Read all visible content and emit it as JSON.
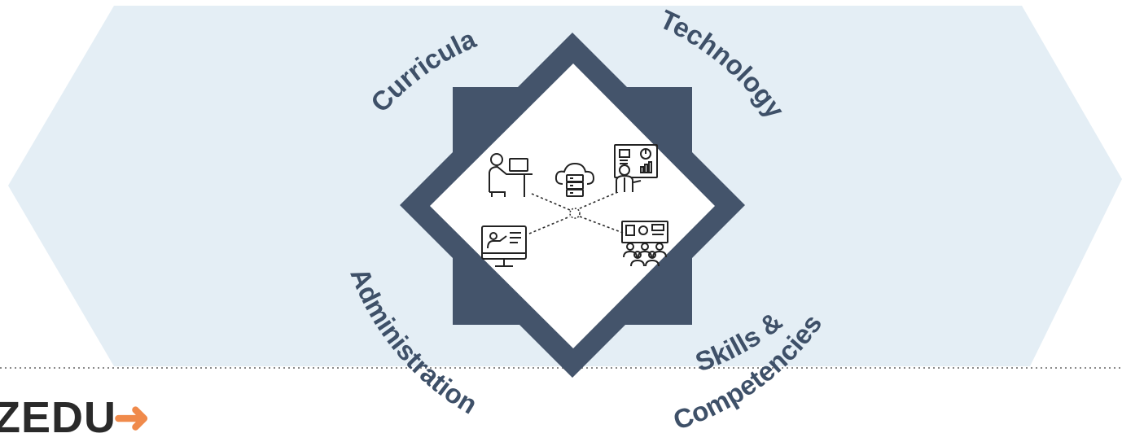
{
  "labels": {
    "curricula": "Curricula",
    "technology": "Technology",
    "administration": "Administration",
    "skills_line1": "Skills &",
    "skills_line2": "Competencies"
  },
  "icons": [
    "person-at-laptop-icon",
    "cloud-server-icon",
    "presenter-with-chart-icon",
    "online-teaching-monitor-icon",
    "group-meeting-presentation-icon",
    "network-hub-icon"
  ],
  "logo": {
    "text": "ZEDU",
    "arrow_color": "#f08a4b"
  },
  "colors": {
    "hexagon_fill": "#e4eef5",
    "star_fill": "#44546b",
    "label_color": "#3e5068",
    "dotted_line": "#8a8a8a"
  }
}
